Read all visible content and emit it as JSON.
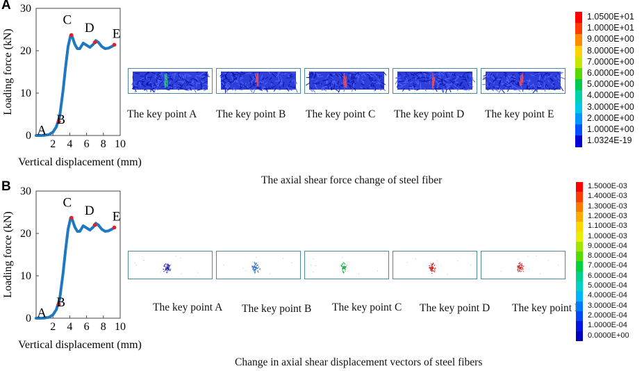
{
  "panels": [
    {
      "letter": "A",
      "caption": "The axial shear force change of steel fiber",
      "key_point_labels": [
        "The key point A",
        "The key point B",
        "The key point C",
        "The key point D",
        "The key point E"
      ],
      "sim_style": "dense",
      "marker_colors": [
        "#2ec27e",
        "#d64f6e",
        "#d64f6e",
        "#d64f6e",
        "#d64f6e"
      ],
      "colorbar": {
        "labels": [
          "1.0500E+01",
          "1.0000E+01",
          "9.0000E+00",
          "8.0000E+00",
          "7.0000E+00",
          "6.0000E+00",
          "5.0000E+00",
          "4.0000E+00",
          "3.0000E+00",
          "2.0000E+00",
          "1.0000E+00",
          "1.0324E-19"
        ],
        "colors": [
          "#ff0000",
          "#ff3b00",
          "#ff8c00",
          "#ffd200",
          "#c8e600",
          "#5ad700",
          "#00c850",
          "#00d2aa",
          "#00c8e6",
          "#0096ff",
          "#0050ff",
          "#0000d2"
        ]
      }
    },
    {
      "letter": "B",
      "caption": "Change in axial shear displacement vectors of steel fibers",
      "key_point_labels": [
        "The key point A",
        "The key point B",
        "The key point C",
        "The key point D",
        "The key point E"
      ],
      "sim_style": "sparse",
      "marker_colors": [
        "#2a2ab0",
        "#3070c8",
        "#22b050",
        "#d22828",
        "#d22828"
      ],
      "colorbar": {
        "labels": [
          "1.5000E-03",
          "1.4000E-03",
          "1.3000E-03",
          "1.2000E-03",
          "1.1000E-03",
          "1.0000E-03",
          "9.0000E-04",
          "8.0000E-04",
          "7.0000E-04",
          "6.0000E-04",
          "5.0000E-04",
          "4.0000E-04",
          "3.0000E-04",
          "2.0000E-04",
          "1.0000E-04",
          "0.0000E+00"
        ],
        "colors": [
          "#ff0000",
          "#ff3c00",
          "#ff7800",
          "#ffaa00",
          "#ffd700",
          "#e6f000",
          "#a0e600",
          "#50dc00",
          "#00d23c",
          "#00d28c",
          "#00d2c8",
          "#00b4ff",
          "#0078ff",
          "#0046ff",
          "#0014e6",
          "#0000c0"
        ]
      }
    }
  ],
  "chart_data": [
    {
      "type": "line",
      "xlabel": "Vertical displacement (mm)",
      "ylabel": "Loading force (kN)",
      "xlim": [
        0,
        10
      ],
      "ylim": [
        0,
        30
      ],
      "xticks": [
        2,
        4,
        6,
        8,
        10
      ],
      "yticks": [
        0,
        10,
        20,
        30
      ],
      "series": [
        {
          "x": [
            0,
            0.5,
            1.0,
            1.5,
            2.0,
            2.4,
            2.8,
            3.2,
            3.5,
            3.8,
            4.1,
            4.3,
            4.6,
            4.9,
            5.2,
            5.6,
            6.0,
            6.4,
            6.8,
            7.1,
            7.4,
            7.8,
            8.2,
            8.6,
            9.0,
            9.3
          ],
          "y": [
            0,
            0,
            0.05,
            0.2,
            0.8,
            2.0,
            4.5,
            10.5,
            16.0,
            21.0,
            23.6,
            23.3,
            21.5,
            20.5,
            20.5,
            21.8,
            21.3,
            20.8,
            21.5,
            22.4,
            22.0,
            21.0,
            20.5,
            20.6,
            21.0,
            21.4
          ]
        }
      ],
      "key_points": [
        {
          "label": "A",
          "x": 1.0,
          "y": 0.05
        },
        {
          "label": "B",
          "x": 2.7,
          "y": 3.3
        },
        {
          "label": "C",
          "x": 4.2,
          "y": 23.7
        },
        {
          "label": "D",
          "x": 7.0,
          "y": 22.0
        },
        {
          "label": "E",
          "x": 9.3,
          "y": 21.4
        }
      ],
      "line_color": "#1f78c1",
      "marker_color": "#e0202a"
    },
    {
      "type": "line",
      "xlabel": "Vertical displacement (mm)",
      "ylabel": "Loading force (kN)",
      "xlim": [
        0,
        10
      ],
      "ylim": [
        0,
        30
      ],
      "xticks": [
        2,
        4,
        6,
        8,
        10
      ],
      "yticks": [
        0,
        10,
        20,
        30
      ],
      "series": [
        {
          "x": [
            0,
            0.5,
            1.0,
            1.5,
            2.0,
            2.4,
            2.8,
            3.2,
            3.5,
            3.8,
            4.1,
            4.3,
            4.6,
            4.9,
            5.2,
            5.6,
            6.0,
            6.4,
            6.8,
            7.1,
            7.4,
            7.8,
            8.2,
            8.6,
            9.0,
            9.3
          ],
          "y": [
            0,
            0,
            0.05,
            0.2,
            0.8,
            2.0,
            4.5,
            10.5,
            16.0,
            21.0,
            23.6,
            23.3,
            21.5,
            20.5,
            20.5,
            21.8,
            21.3,
            20.8,
            21.5,
            22.4,
            22.0,
            21.0,
            20.5,
            20.6,
            21.0,
            21.4
          ]
        }
      ],
      "key_points": [
        {
          "label": "A",
          "x": 1.0,
          "y": 0.05
        },
        {
          "label": "B",
          "x": 2.7,
          "y": 3.3
        },
        {
          "label": "C",
          "x": 4.2,
          "y": 23.7
        },
        {
          "label": "D",
          "x": 7.0,
          "y": 22.0
        },
        {
          "label": "E",
          "x": 9.3,
          "y": 21.4
        }
      ],
      "line_color": "#1f78c1",
      "marker_color": "#e0202a"
    }
  ]
}
